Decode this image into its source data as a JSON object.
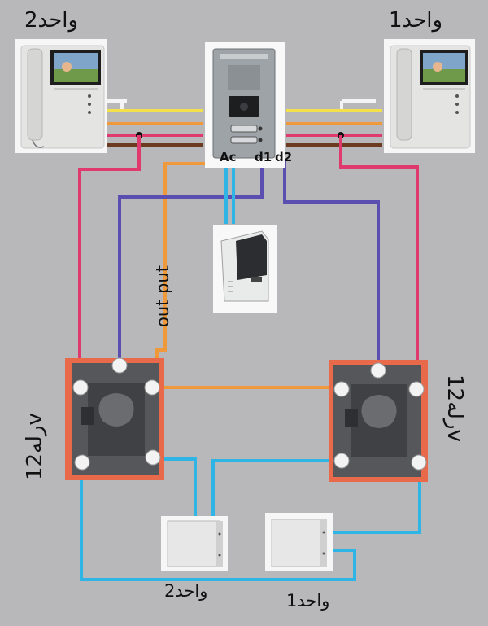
{
  "labels": {
    "unit2_top": "واحد2",
    "unit1_top": "واحد1",
    "terminal_ac": "Ac",
    "terminal_d1": "d1",
    "terminal_d2": "d2",
    "output": "out put",
    "relay_left": "رله12v",
    "relay_right": "رله12v",
    "unit2_bottom": "واحد2",
    "unit1_bottom": "واحد1"
  },
  "colors": {
    "background": "#b8b8ba",
    "wire_yellow": "#f2e14a",
    "wire_orange": "#f0993a",
    "wire_magenta": "#e0396e",
    "wire_brown": "#6b3b1f",
    "wire_white": "#f4f4f4",
    "wire_purple": "#5a4fb0",
    "wire_cyan": "#2fb4e6",
    "relay_border": "#e86a4a",
    "relay_body": "#55575a"
  },
  "icons": {
    "monitor": "video-intercom-monitor-icon",
    "door_panel": "door-entry-panel-icon",
    "power_supply": "power-supply-icon",
    "relay": "relay-socket-icon",
    "lock": "door-lock-icon"
  }
}
